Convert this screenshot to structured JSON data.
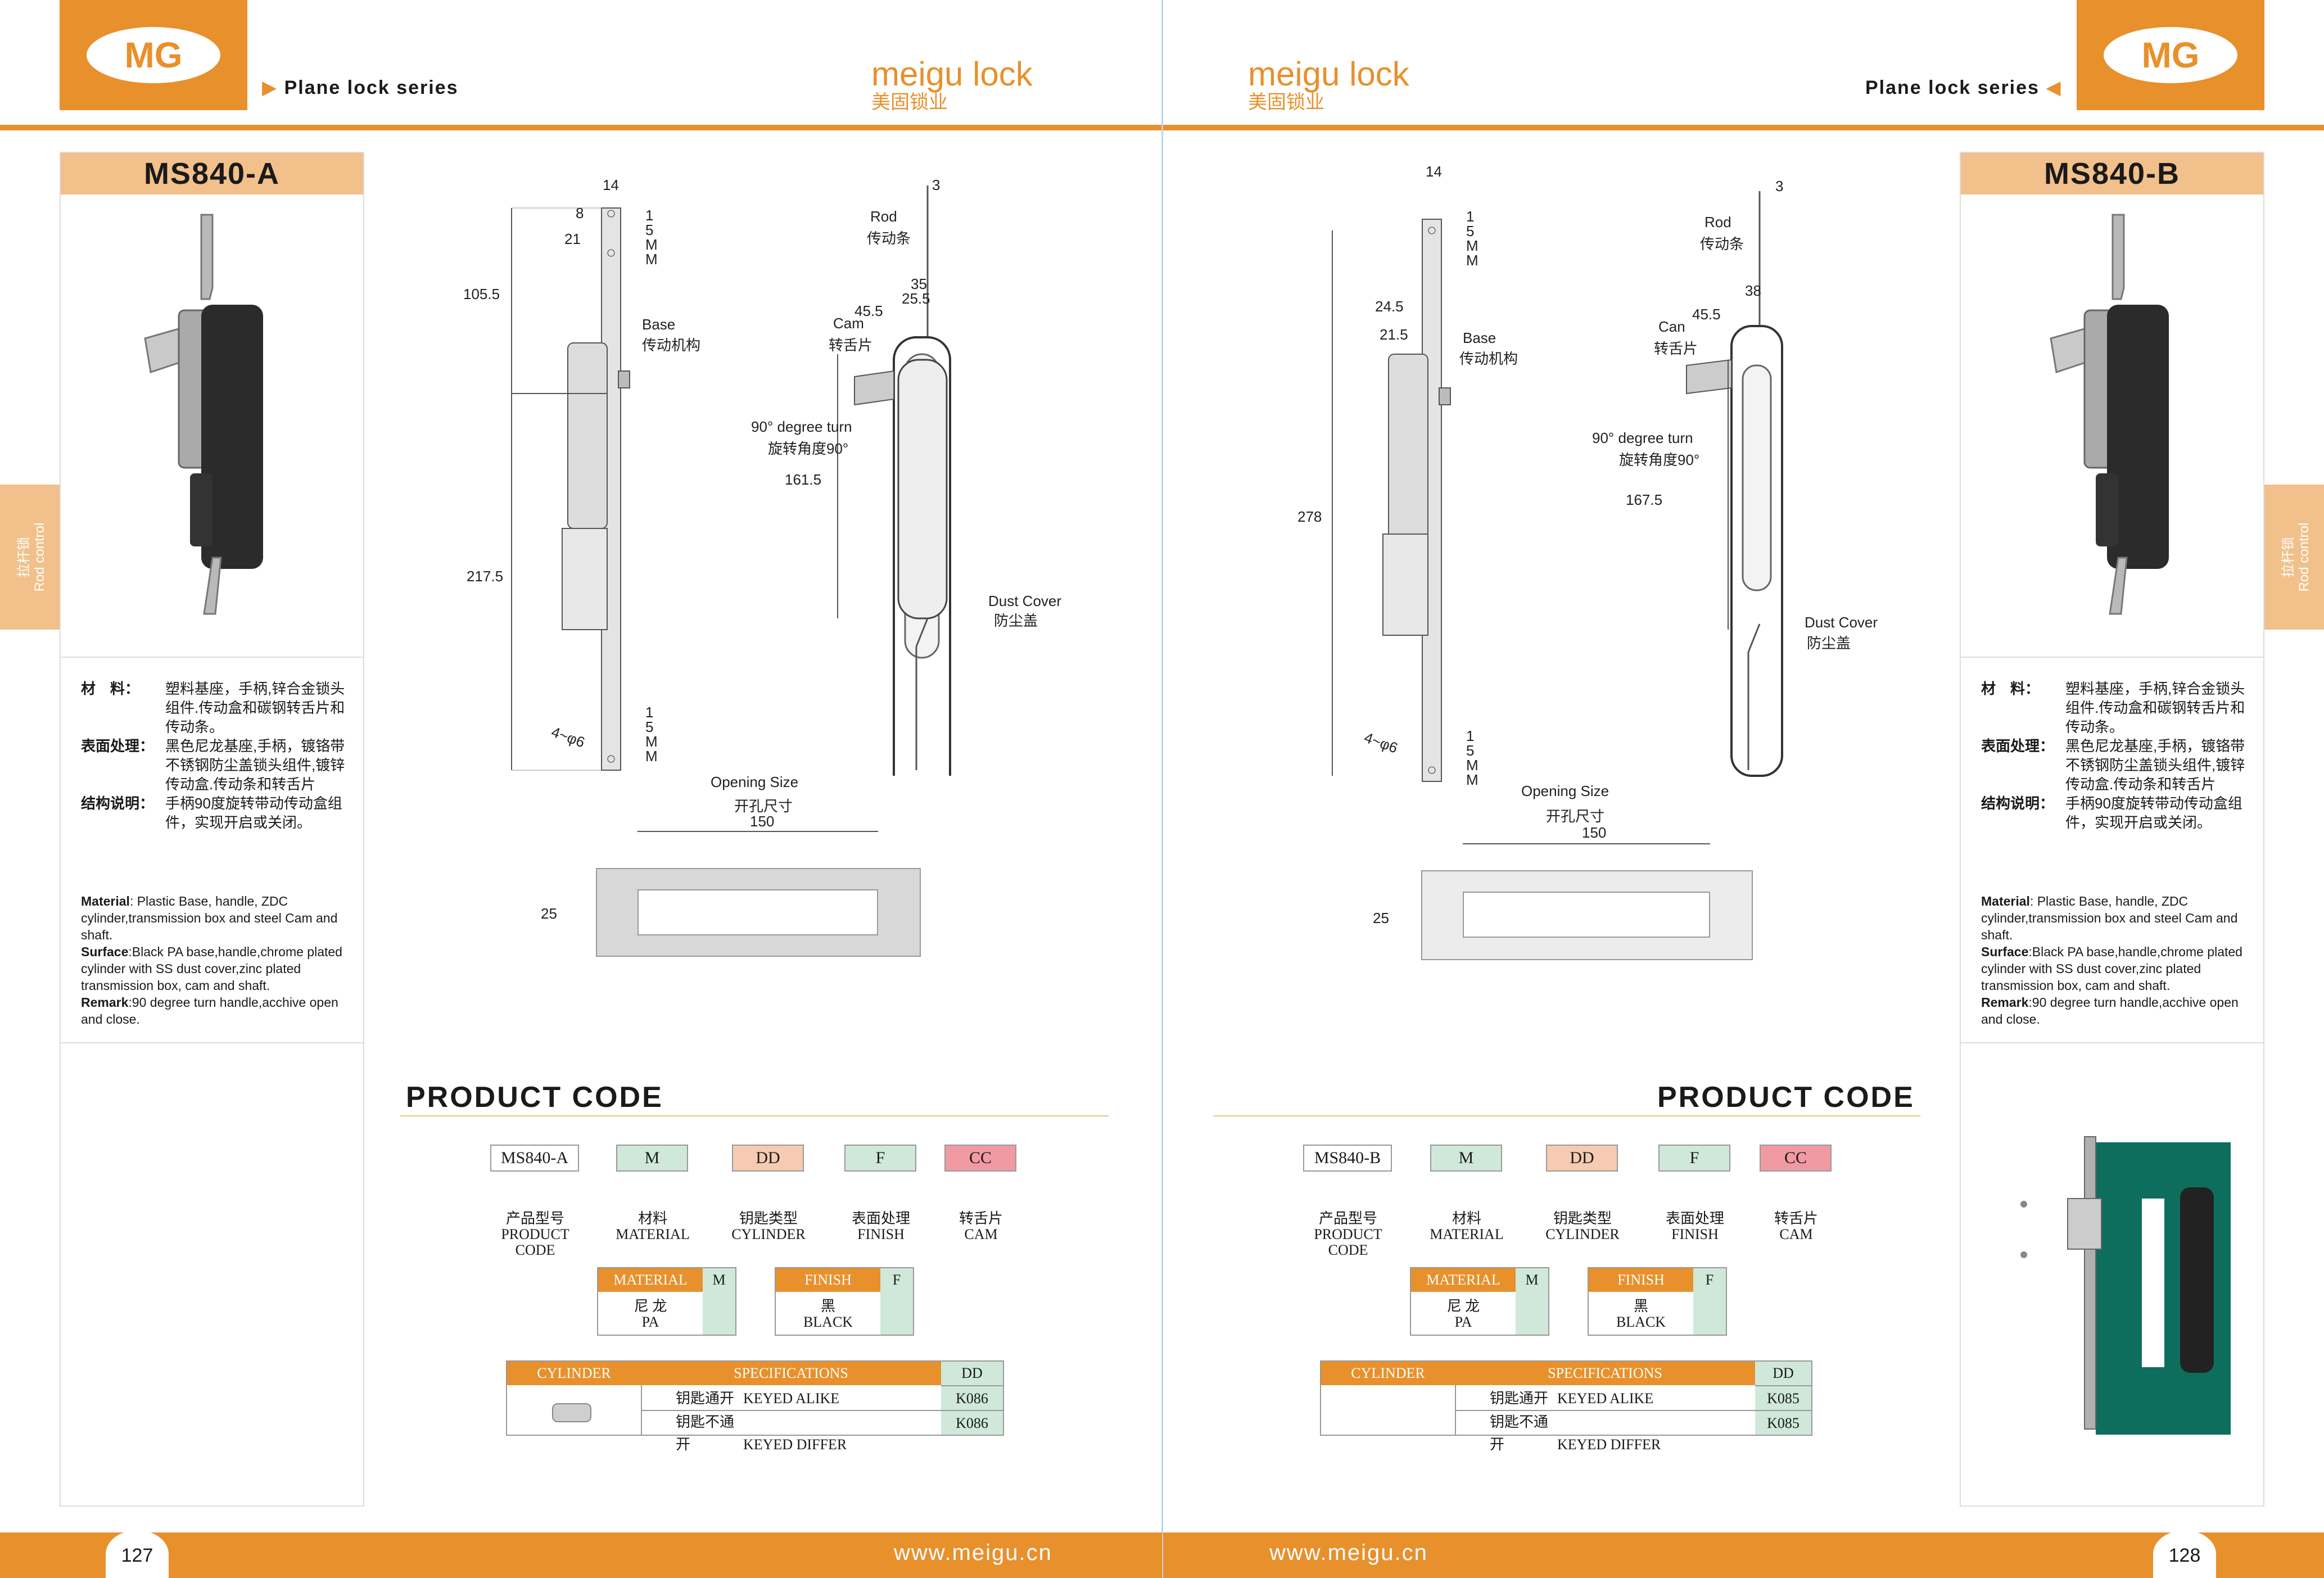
{
  "left": {
    "series_label": "Plane lock series",
    "logo_badge": "MG",
    "brand_en": "meigu lock",
    "brand_cn": "美固锁业",
    "model": "MS840-A",
    "side_tab_cn": "拉杆锁",
    "side_tab_en": "Rod control",
    "cn_material_label": "材　料：",
    "cn_material": "塑料基座，手柄,锌合金锁头组件.传动盒和碳钢转舌片和传动条。",
    "cn_surface_label": "表面处理：",
    "cn_surface": "黑色尼龙基座,手柄，镀铬带不锈钢防尘盖锁头组件,镀锌传动盒.传动条和转舌片",
    "cn_struct_label": "结构说明：",
    "cn_struct": "手柄90度旋转带动传动盒组件，实现开启或关闭。",
    "en_material_label": "Material",
    "en_material": ":  Plastic Base,  handle, ZDC cylinder,transmission box and steel Cam and shaft.",
    "en_surface_label": "Surface",
    "en_surface": ":Black PA base,handle,chrome plated cylinder with SS dust cover,zinc plated transmission box, cam and shaft.",
    "en_remark_label": "Remark",
    "en_remark": ":90 degree turn handle,acchive open and close.",
    "dims": {
      "d14": "14",
      "d8": "8",
      "d21": "21",
      "d105": "105.5",
      "d217": "217.5",
      "d15a": "15MM",
      "d15b": "15MM",
      "d4phi": "4~φ6",
      "d3": "3",
      "d35": "35",
      "d455": "45.5",
      "d255": "25.5",
      "d1615": "161.5"
    },
    "labels": {
      "base_en": "Base",
      "base_cn": "传动机构",
      "rod_en": "Rod",
      "rod_cn": "传动条",
      "cam_en": "Cam",
      "cam_cn": "转舌片",
      "turn_en": "90°  degree turn",
      "turn_cn": "旋转角度90°",
      "dust_en": "Dust Cover",
      "dust_cn": "防尘盖",
      "open_en": "Opening Size",
      "open_cn": "开孔尺寸",
      "open_w": "150",
      "open_h": "25"
    },
    "product_code_title": "PRODUCT CODE",
    "codes": [
      "MS840-A",
      "M",
      "DD",
      "F",
      "CC"
    ],
    "code_captions": [
      {
        "cn": "产品型号",
        "en": "PRODUCT CODE"
      },
      {
        "cn": "材料",
        "en": "MATERIAL"
      },
      {
        "cn": "钥匙类型",
        "en": "CYLINDER"
      },
      {
        "cn": "表面处理",
        "en": "FINISH"
      },
      {
        "cn": "转舌片",
        "en": "CAM"
      }
    ],
    "material_table": {
      "header": "MATERIAL",
      "code": "M",
      "cn": "尼 龙",
      "en": "PA"
    },
    "finish_table": {
      "header": "FINISH",
      "code": "F",
      "cn": "黑",
      "en": "BLACK"
    },
    "cylinder_table": {
      "h1": "CYLINDER",
      "h2": "SPECIFICATIONS",
      "h3": "DD",
      "rows": [
        {
          "cn": "钥匙通开",
          "en": "KEYED ALIKE",
          "code": "K086"
        },
        {
          "cn": "钥匙不通开",
          "en": "KEYED DIFFER",
          "code": "K086"
        }
      ]
    },
    "page_no": "127",
    "website": "www.meigu.cn"
  },
  "right": {
    "series_label": "Plane lock series",
    "logo_badge": "MG",
    "brand_en": "meigu lock",
    "brand_cn": "美固锁业",
    "model": "MS840-B",
    "side_tab_cn": "拉杆锁",
    "side_tab_en": "Rod control",
    "cn_material_label": "材　料：",
    "cn_material": "塑料基座，手柄,锌合金锁头组件.传动盒和碳钢转舌片和传动条。",
    "cn_surface_label": "表面处理：",
    "cn_surface": "黑色尼龙基座,手柄，镀铬带不锈钢防尘盖锁头组件,镀锌传动盒.传动条和转舌片",
    "cn_struct_label": "结构说明：",
    "cn_struct": "手柄90度旋转带动传动盒组件，实现开启或关闭。",
    "en_material_label": "Material",
    "en_material": ":  Plastic Base,  handle, ZDC cylinder,transmission box and steel Cam and shaft.",
    "en_surface_label": "Surface",
    "en_surface": ":Black PA base,handle,chrome plated cylinder with SS dust cover,zinc plated transmission box, cam and shaft.",
    "en_remark_label": "Remark",
    "en_remark": ":90 degree turn handle,acchive open and close.",
    "dims": {
      "d14": "14",
      "d245": "24.5",
      "d215": "21.5",
      "d278": "278",
      "d15a": "15MM",
      "d15b": "15MM",
      "d4phi": "4~φ6",
      "d3": "3",
      "d38": "38",
      "d455": "45.5",
      "d1675": "167.5"
    },
    "labels": {
      "base_en": "Base",
      "base_cn": "传动机构",
      "rod_en": "Rod",
      "rod_cn": "传动条",
      "cam_en": "Can",
      "cam_cn": "转舌片",
      "turn_en": "90°  degree turn",
      "turn_cn": "旋转角度90°",
      "dust_en": "Dust Cover",
      "dust_cn": "防尘盖",
      "open_en": "Opening Size",
      "open_cn": "开孔尺寸",
      "open_w": "150",
      "open_h": "25"
    },
    "product_code_title": "PRODUCT CODE",
    "codes": [
      "MS840-B",
      "M",
      "DD",
      "F",
      "CC"
    ],
    "code_captions": [
      {
        "cn": "产品型号",
        "en": "PRODUCT CODE"
      },
      {
        "cn": "材料",
        "en": "MATERIAL"
      },
      {
        "cn": "钥匙类型",
        "en": "CYLINDER"
      },
      {
        "cn": "表面处理",
        "en": "FINISH"
      },
      {
        "cn": "转舌片",
        "en": "CAM"
      }
    ],
    "material_table": {
      "header": "MATERIAL",
      "code": "M",
      "cn": "尼 龙",
      "en": "PA"
    },
    "finish_table": {
      "header": "FINISH",
      "code": "F",
      "cn": "黑",
      "en": "BLACK"
    },
    "cylinder_table": {
      "h1": "CYLINDER",
      "h2": "SPECIFICATIONS",
      "h3": "DD",
      "rows": [
        {
          "cn": "钥匙通开",
          "en": "KEYED ALIKE",
          "code": "K085"
        },
        {
          "cn": "钥匙不通开",
          "en": "KEYED DIFFER",
          "code": "K085"
        }
      ]
    },
    "page_no": "128",
    "website": "www.meigu.cn"
  },
  "colors": {
    "accent": "#e8902c",
    "peach": "#f2c08a",
    "green": "#cfe8da",
    "teal": "#0e6e5e"
  }
}
